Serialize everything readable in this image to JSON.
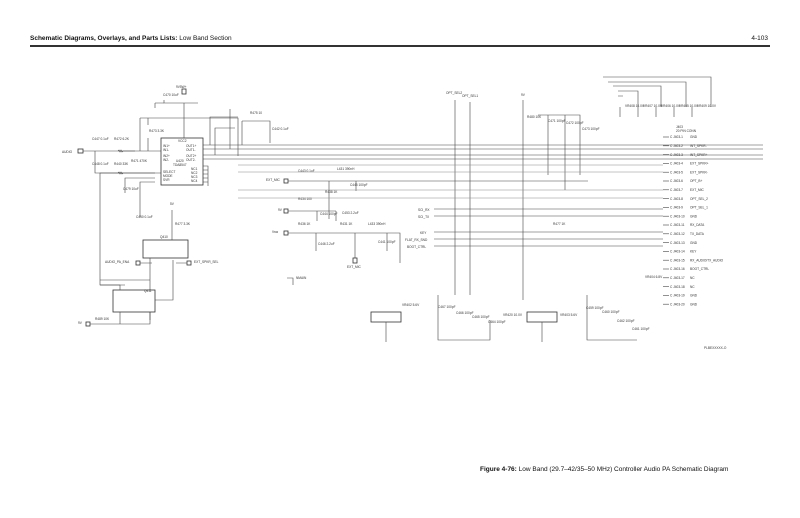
{
  "header": {
    "section_bold": "Schematic Diagrams, Overlays, and Parts Lists:",
    "section_rest": " Low Band Section",
    "page_number": "4-103"
  },
  "caption": {
    "figure_label": "Figure 4-76:",
    "figure_title": " Low Band (29.7–42/35–50 MHz) Controller Audio PA Schematic Diagram"
  },
  "drawing_id": "PLBEXXXXX-O",
  "schematic": {
    "inputs": {
      "audio": "AUDIO",
      "ext_mic": "EXT_MIC",
      "v9": "9V",
      "vsw": "Vsw",
      "ext_mic2": "EXT_MIC",
      "opt_sel2": "OPT_SEL2",
      "opt_sel1": "OPT_SEL1",
      "v9a": "9V",
      "audio_pa_en": "AUDIO_PA_ENA",
      "ext_spkr_sel": "EXT_SPKR_SEL",
      "sci_rx": "SCI_RX",
      "sci_tx": "SCI_TX",
      "key": "KEY",
      "flat_rx_snd": "FLAT_RX_SND",
      "boot_ctrl": "BOOT_CTRL",
      "vbatt": "9V5W+",
      "v5": "5V",
      "nmain": "NMAIN"
    },
    "ic": {
      "name": "U420",
      "part": "TDA8547",
      "pins_left": [
        "IN1+",
        "IN1-",
        "IN2+",
        "IN2-",
        "SELECT",
        "MODE",
        "SVR"
      ],
      "pins_right": [
        "OUT1+",
        "OUT1-",
        "OUT2+",
        "OUT2-",
        "NC1",
        "NC2",
        "NC3",
        "NC4",
        "NC5"
      ],
      "vcc": "VCC2"
    },
    "connector": {
      "name": "J403",
      "type": "20 PIN CONN",
      "pins": [
        {
          "pin": "J403-1",
          "signal": "GND"
        },
        {
          "pin": "J403-2",
          "signal": "INT_SPKR-"
        },
        {
          "pin": "J403-3",
          "signal": "INT_SPKR+"
        },
        {
          "pin": "J403-4",
          "signal": "EXT_SPKR+"
        },
        {
          "pin": "J403-5",
          "signal": "EXT_SPKR-"
        },
        {
          "pin": "J403-6",
          "signal": "OPT_B+"
        },
        {
          "pin": "J403-7",
          "signal": "EXT_MIC"
        },
        {
          "pin": "J403-8",
          "signal": "OPT_SEL_2"
        },
        {
          "pin": "J403-9",
          "signal": "OPT_SEL_1"
        },
        {
          "pin": "J403-10",
          "signal": "GND"
        },
        {
          "pin": "J403-11",
          "signal": "RX_DATA"
        },
        {
          "pin": "J403-12",
          "signal": "TX_DATA"
        },
        {
          "pin": "J403-13",
          "signal": "GND"
        },
        {
          "pin": "J403-14",
          "signal": "KEY"
        },
        {
          "pin": "J403-15",
          "signal": "RX_AUDIO/TX_AUDIO"
        },
        {
          "pin": "J403-16",
          "signal": "BOOT_CTRL"
        },
        {
          "pin": "J403-17",
          "signal": "NC"
        },
        {
          "pin": "J403-18",
          "signal": "NC"
        },
        {
          "pin": "J403-19",
          "signal": "GND"
        },
        {
          "pin": "J403-20",
          "signal": "GND"
        }
      ]
    },
    "zeners_top": [
      "VR408 10.0V",
      "VR407 10.0V",
      "VR406 10.0V",
      "VR405 10.0V",
      "VR409 10.0V"
    ],
    "components": {
      "c470": "C470 10uF",
      "c447": "C447 0.1uF",
      "c448": "C448 0.1uF",
      "r472": "R472 6.2K",
      "r440": "R440 33K",
      "r473": "R473 3.3K",
      "r471": "R471 470K",
      "c479": "C479 10uF",
      "r475": "R475 10",
      "c442": "C442 0.1uF",
      "c443": "C443 0.1uF",
      "l431": "L431 390nH",
      "c445": "C445 100pF",
      "r438": "R438 1K",
      "r434": "R434 100",
      "c444": "C444 100pF",
      "c453": "C453 2.2uF",
      "r436": "R436 1K",
      "c446": "C446 2.2uF",
      "r431": "R431 1K",
      "l433": "L433 390nH",
      "c441": "C441 100pF",
      "c450": "C450 0.1uF",
      "r477": "R477 3.3K",
      "q410": "Q410",
      "q411": "Q411",
      "r489": "R489 10K",
      "r480": "R480 10K",
      "c471": "C471 100pF",
      "c472": "C472 100pF",
      "c473": "C473 100pF",
      "r477b": "R477 1K",
      "vr404": "VR404 6.8V",
      "vr402": "VR402 5.6V",
      "c467": "C467 100pF",
      "c466": "C466 100pF",
      "c465": "C465 100pF",
      "c464": "C464 100pF",
      "vr420": "VR420 10.0V",
      "vr403": "VR403 5.6V",
      "c459": "C459 100pF",
      "c460": "C460 100pF",
      "c462": "C462 100pF",
      "c461": "C461 100pF"
    }
  }
}
